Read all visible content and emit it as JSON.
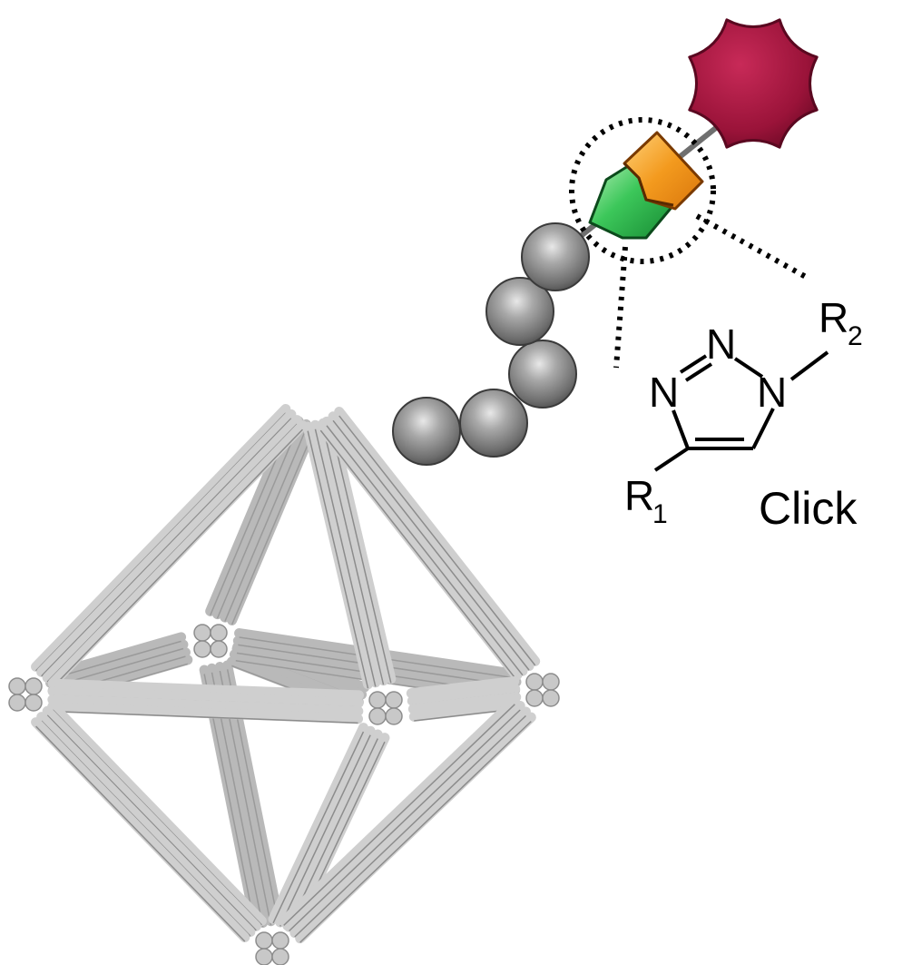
{
  "figure": {
    "structure_atoms": {
      "n_top": "N",
      "n_left": "N",
      "n_right": "N",
      "r1_letter": "R",
      "r1_sub": "1",
      "r2_letter": "R",
      "r2_sub": "2"
    },
    "caption": "Click",
    "colors": {
      "rod_light": "#d2d2d2",
      "rod_mid": "#a9a9a9",
      "rod_dark": "#7d7d7d",
      "bead": "#8f8f8f",
      "cargo": "#a0163e",
      "azide_orange": "#f39a1e",
      "alkyne_green": "#2bb34a"
    }
  }
}
